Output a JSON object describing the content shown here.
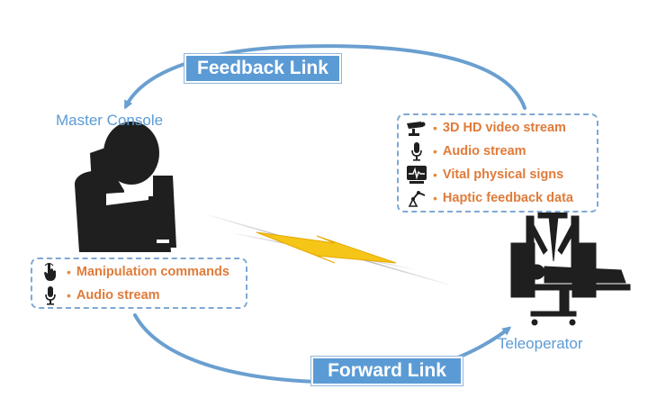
{
  "links": {
    "feedback": "Feedback Link",
    "forward": "Forward Link"
  },
  "nodes": {
    "master": "Master Console",
    "teleoperator": "Teleoperator"
  },
  "teleoperator_streams": [
    {
      "icon": "camera-icon",
      "label": "3D HD video stream"
    },
    {
      "icon": "microphone-icon",
      "label": "Audio stream"
    },
    {
      "icon": "vital-monitor-icon",
      "label": "Vital physical signs"
    },
    {
      "icon": "robot-arm-icon",
      "label": "Haptic feedback data"
    }
  ],
  "master_streams": [
    {
      "icon": "touch-hand-icon",
      "label": "Manipulation commands"
    },
    {
      "icon": "microphone-icon",
      "label": "Audio stream"
    }
  ],
  "colors": {
    "link_blue": "#5b9bd5",
    "arc_blue": "#6a9fd0",
    "item_orange": "#e07b39",
    "lightning": "#f5c518",
    "figure": "#1f1f1f"
  }
}
